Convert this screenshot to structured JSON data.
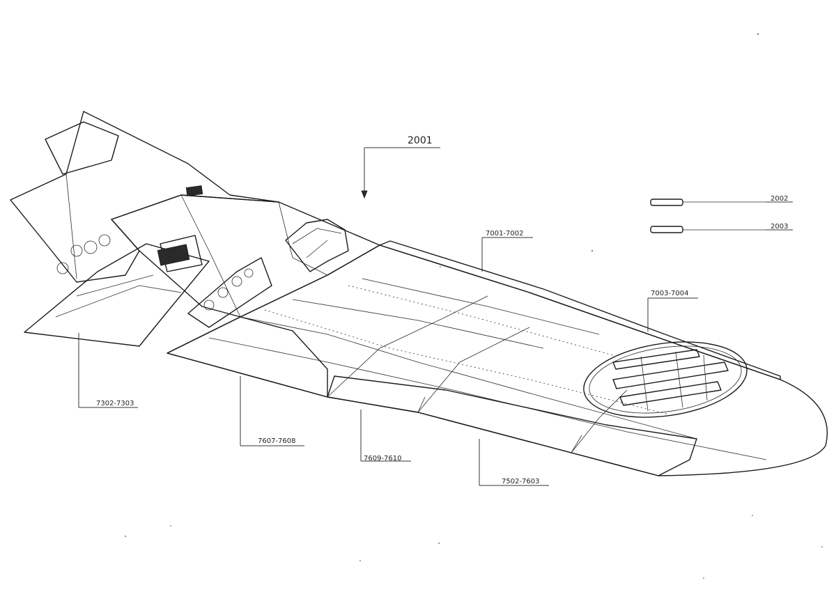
{
  "colors": {
    "ink": "#1a1a1a",
    "paper": "#ffffff",
    "hatch": "#555555"
  },
  "callouts": {
    "assembly": "2001",
    "pin_upper": "2002",
    "pin_lower": "2003",
    "leading_edge": "7001-7002",
    "tip_access_panel": "7003-7004",
    "inner_flap": "7302-7303",
    "outer_flap": "7607-7608",
    "mid_panel": "7609-7610",
    "aileron": "7502-7603"
  }
}
